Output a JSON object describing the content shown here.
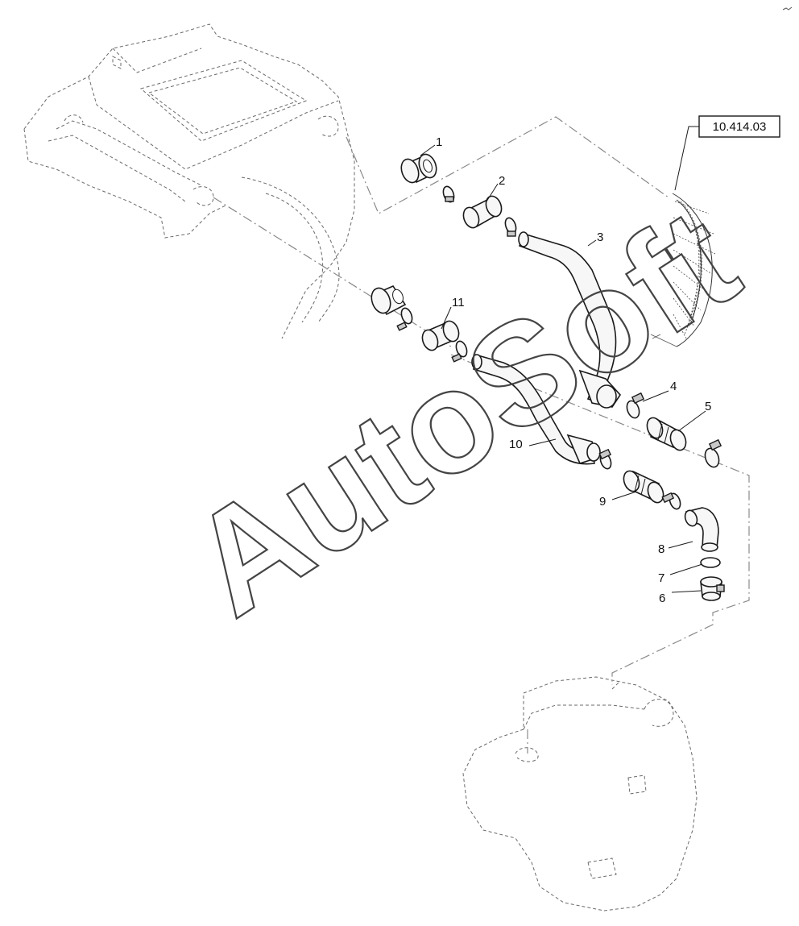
{
  "reference": {
    "label": "10.414.03"
  },
  "callouts": [
    {
      "id": "1",
      "label": "1"
    },
    {
      "id": "2",
      "label": "2"
    },
    {
      "id": "3",
      "label": "3"
    },
    {
      "id": "4",
      "label": "4"
    },
    {
      "id": "5",
      "label": "5"
    },
    {
      "id": "6",
      "label": "6"
    },
    {
      "id": "7",
      "label": "7"
    },
    {
      "id": "8",
      "label": "8"
    },
    {
      "id": "9",
      "label": "9"
    },
    {
      "id": "10",
      "label": "10"
    },
    {
      "id": "11",
      "label": "11"
    }
  ],
  "watermark": {
    "text": "AutoSoft"
  }
}
